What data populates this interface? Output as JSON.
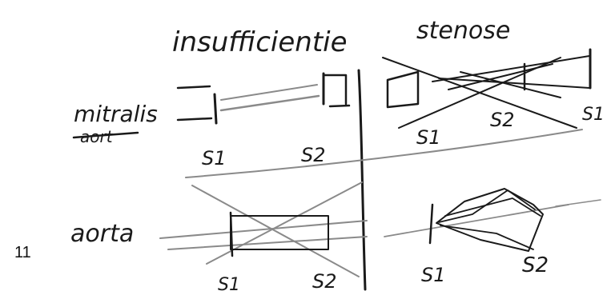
{
  "page_number": "11",
  "columns": {
    "insufficiency": "insufficientie",
    "stenosis": "stenose"
  },
  "rows": {
    "mitral": "mitralis",
    "mitral_struck": "aort",
    "aortic": "aorta"
  },
  "sound_labels": {
    "mitral_insufficiency": {
      "s1": "S1",
      "s2": "S2"
    },
    "mitral_stenosis": {
      "s1": "S1",
      "s2": "S2",
      "s1_end": "S1"
    },
    "aortic_insufficiency": {
      "s1": "S1",
      "s2": "S2"
    },
    "aortic_stenosis": {
      "s1": "S1",
      "s2": "S2"
    }
  }
}
